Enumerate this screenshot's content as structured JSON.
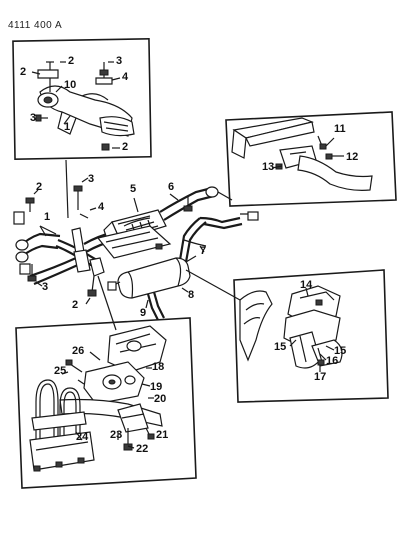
{
  "header": {
    "drawing_code": "4111 400 A"
  },
  "callouts": {
    "c1": "1",
    "c2": "2",
    "c3": "3",
    "c4": "4",
    "c5": "5",
    "c6": "6",
    "c7": "7",
    "c8": "8",
    "c9": "9",
    "c10": "10",
    "c11": "11",
    "c12": "12",
    "c13": "13",
    "c14": "14",
    "c15": "15",
    "c16": "16",
    "c17": "17",
    "c18": "18",
    "c19": "19",
    "c20": "20",
    "c21": "21",
    "c22": "22",
    "c23": "23",
    "c24": "24",
    "c25": "25",
    "c26": "26"
  }
}
